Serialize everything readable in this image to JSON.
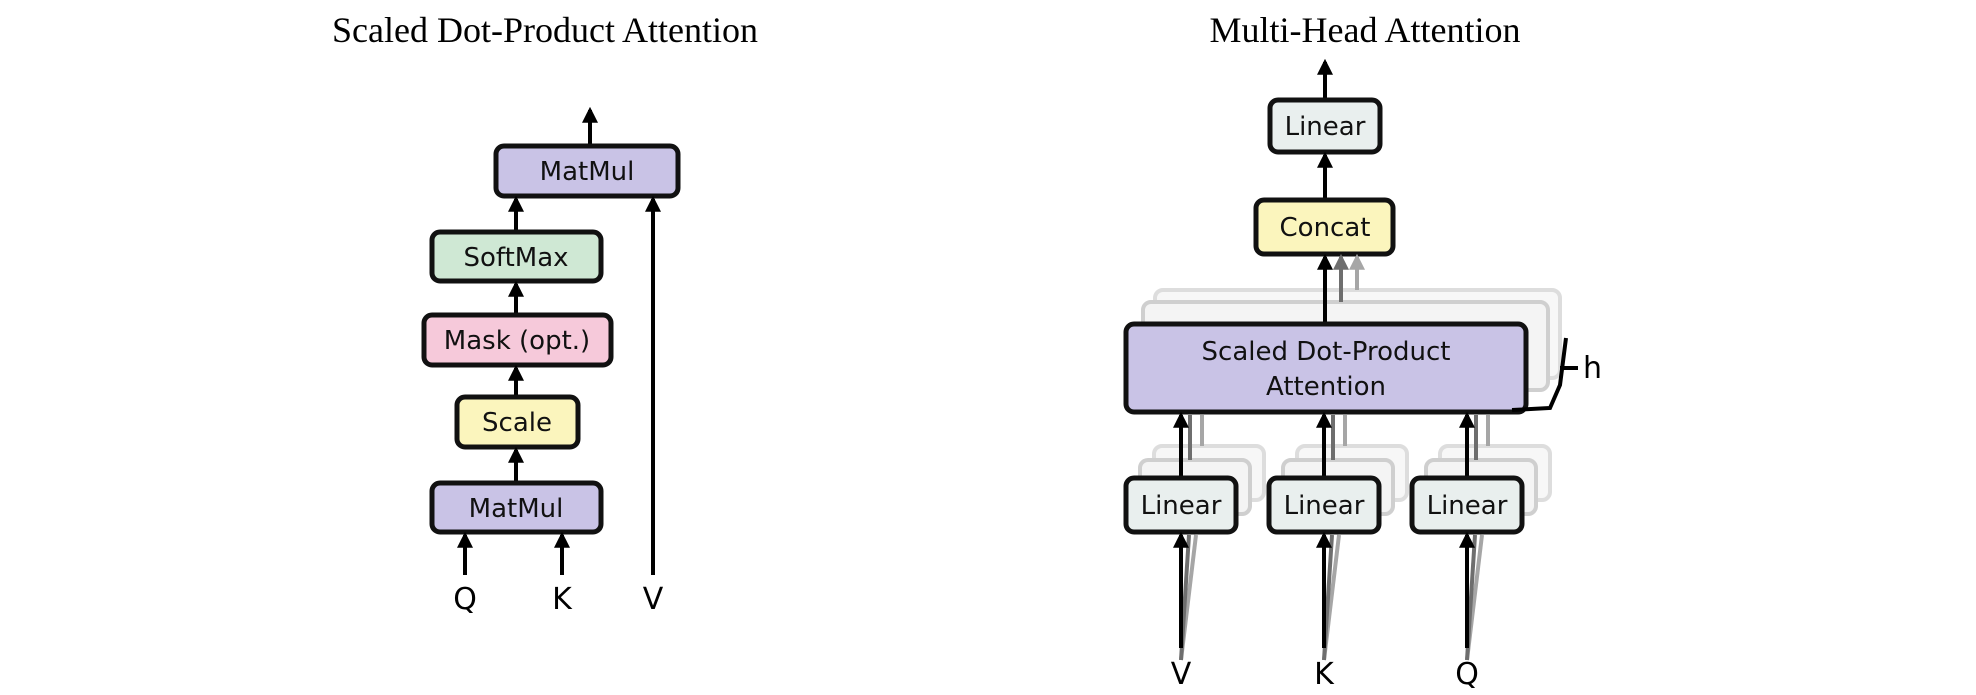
{
  "scaled": {
    "title": "Scaled Dot-Product Attention",
    "boxes": {
      "matmul_top": "MatMul",
      "softmax": "SoftMax",
      "mask": "Mask (opt.)",
      "scale": "Scale",
      "matmul_bottom": "MatMul"
    },
    "inputs": {
      "q": "Q",
      "k": "K",
      "v": "V"
    },
    "colors": {
      "matmul": "#c9c3e6",
      "softmax": "#cfe8d4",
      "mask": "#f6c9da",
      "scale": "#fbf5bd"
    }
  },
  "multihead": {
    "title": "Multi-Head Attention",
    "boxes": {
      "linear_top": "Linear",
      "concat": "Concat",
      "sdpa_line1": "Scaled Dot-Product",
      "sdpa_line2": "Attention",
      "linear_v": "Linear",
      "linear_k": "Linear",
      "linear_q": "Linear"
    },
    "inputs": {
      "v": "V",
      "k": "K",
      "q": "Q"
    },
    "h_label": "h",
    "colors": {
      "linear": "#e9efee",
      "concat": "#fbf5bd",
      "attention": "#c9c3e6"
    }
  }
}
